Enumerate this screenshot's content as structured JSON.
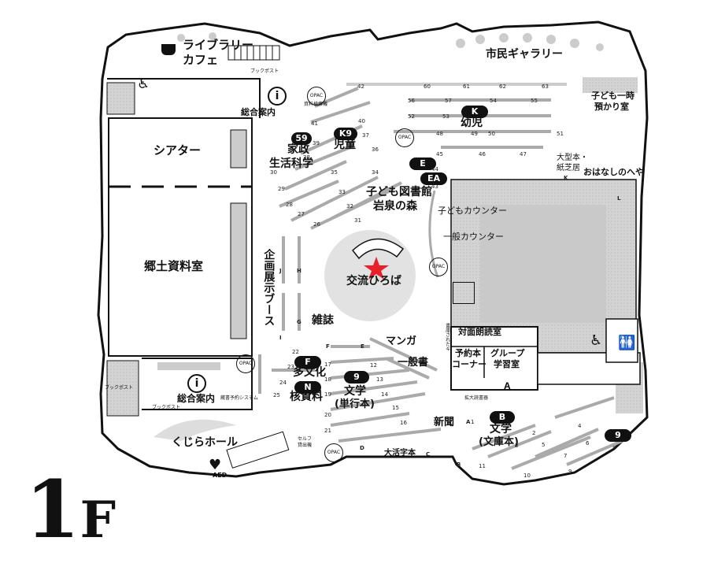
{
  "floor": {
    "number": "1",
    "letter": "F"
  },
  "areas": {
    "library_cafe_1": "ライブラリー",
    "library_cafe_2": "カフェ",
    "citizen_gallery": "市民ギャラリー",
    "theater": "シアター",
    "local_materials": "郷土資料室",
    "info_top": "総合案内",
    "info_bottom": "総合案内",
    "kujira_hall": "くじらホール",
    "plaza": "交流ひろば",
    "kids_library_1": "子ども図書館",
    "kids_library_2": "岩泉の森",
    "kids_counter": "子どもカウンター",
    "general_counter": "一般カウンター",
    "childcare_1": "子ども一時",
    "childcare_2": "預かり室",
    "big_book": "大型本・",
    "kamishibai": "紙芝居",
    "story_room": "おはなしのへや",
    "reading_room": "対面朗読室",
    "reserve_corner_1": "予約本",
    "reserve_corner_2": "コーナー",
    "group_study_1": "グループ",
    "group_study_2": "学習室",
    "exhibit_booth": "企画展示ブース",
    "magazines": "雑誌",
    "manga": "マンガ",
    "general_books": "一般書",
    "newspapers": "新聞",
    "large_print": "大活字本",
    "literature_1": "文学",
    "literature_paren": "(単行本)",
    "literature_2": "文学",
    "literature_bunko": "(文庫本)",
    "multicultural": "多文化",
    "nuclear": "核資料",
    "home_ec_1": "家政",
    "home_ec_2": "生活科学",
    "children": "児童",
    "toddler": "幼児",
    "aed": "AED"
  },
  "small_labels": {
    "bookpost_1": "ブックポスト",
    "bookpost_2": "ブックポスト",
    "bookpost_3": "ブックポスト",
    "opac": "OPAC",
    "search_machine": "資料検索機",
    "self_lend_1": "セルフ",
    "self_lend_2": "貸出機",
    "reserve_system": "蔵書予約システム",
    "expanded_reader": "拡大読書器",
    "disinfect": "書籍消毒機",
    "corner_hint": "書庫されたキ"
  },
  "pills": {
    "p59": "59",
    "k9": "K9",
    "k": "K",
    "e": "E",
    "ea": "EA",
    "f": "F",
    "n": "N",
    "n9": "9",
    "b": "B",
    "b9": "9"
  },
  "shelf_numbers": [
    "42",
    "41",
    "40",
    "39",
    "38",
    "37",
    "36",
    "35",
    "34",
    "33",
    "32",
    "31",
    "30",
    "29",
    "28",
    "27",
    "26",
    "60",
    "61",
    "62",
    "63",
    "56",
    "57",
    "54",
    "55",
    "52",
    "53",
    "50",
    "51",
    "48",
    "49",
    "46",
    "47",
    "45",
    "44",
    "43",
    "22",
    "23",
    "24",
    "25",
    "17",
    "18",
    "19",
    "20",
    "21",
    "12",
    "13",
    "14",
    "15",
    "16",
    "1",
    "2",
    "3",
    "4",
    "5",
    "6",
    "7",
    "8",
    "9",
    "10",
    "11",
    "A",
    "B",
    "C",
    "D",
    "E",
    "F",
    "G",
    "H",
    "I",
    "J",
    "K",
    "L"
  ],
  "colors": {
    "star": "#e8202a",
    "gray_fill": "#cfcfcf",
    "dark": "#111111"
  }
}
